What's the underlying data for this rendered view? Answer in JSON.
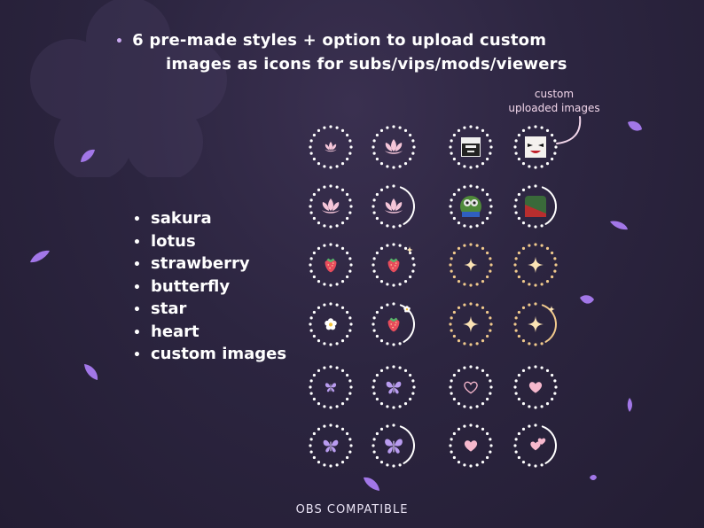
{
  "headline": {
    "line1": "6 pre-made styles + option to upload custom",
    "line2": "images as icons for subs/vips/mods/viewers"
  },
  "custom_note": {
    "line1": "custom",
    "line2": "uploaded images"
  },
  "styles": [
    "sakura",
    "lotus",
    "strawberry",
    "butterfly",
    "star",
    "heart",
    "custom images"
  ],
  "footer": "OBS COMPATIBLE",
  "colors": {
    "background": "#2c2540",
    "ring_white": "#ffffff",
    "ring_gold": "#f0c98c",
    "lotus_pink": "#f5c6d9",
    "strawberry_red": "#e84c5c",
    "butterfly_purple": "#b99cf0",
    "heart_pink": "#f6b8cd",
    "petal_purple": "#a277e8"
  },
  "icon_grid": [
    [
      "lotus-icon",
      "lotus-icon",
      "custom-image-1",
      "custom-image-2"
    ],
    [
      "lotus-icon",
      "lotus-icon",
      "custom-image-3",
      "custom-image-4"
    ],
    [
      "strawberry-icon",
      "strawberry-icon",
      "star-icon",
      "star-icon"
    ],
    [
      "flower-icon",
      "strawberry-icon",
      "star-icon",
      "star-icon"
    ],
    [
      "butterfly-icon",
      "butterfly-icon",
      "heart-icon",
      "heart-icon"
    ],
    [
      "butterfly-icon",
      "butterfly-icon",
      "heart-icon",
      "heart-icon"
    ]
  ]
}
